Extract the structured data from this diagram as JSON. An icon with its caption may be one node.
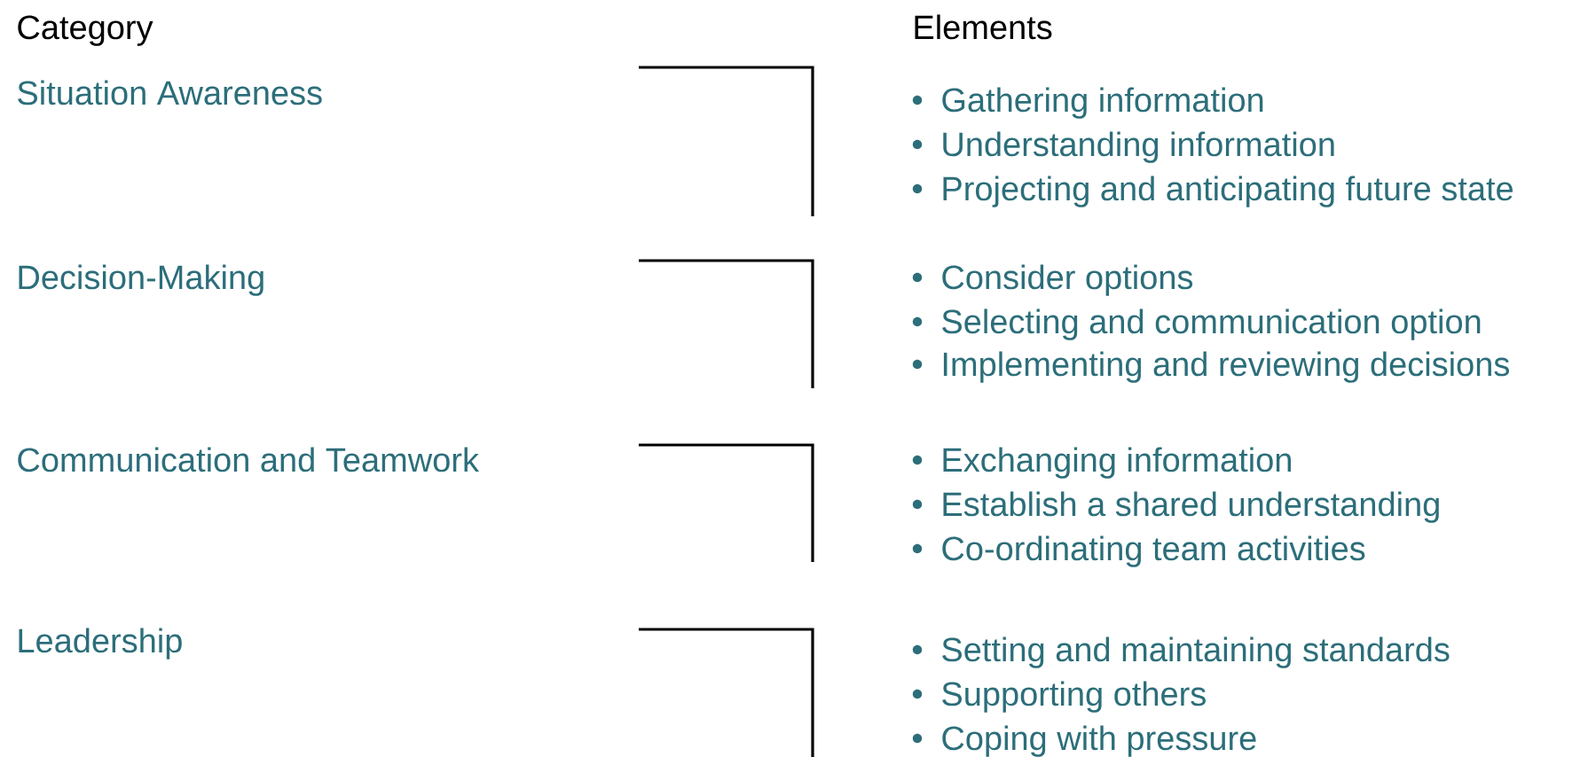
{
  "diagram": {
    "labels": [
      "Category",
      "Elements",
      "Situation Awareness",
      "Gathering information",
      "Understanding information",
      "Projecting and anticipating future state",
      "Decision-Making",
      "Consider options",
      "Selecting and communication option",
      "Implementing and reviewing decisions",
      "Communication and Teamwork",
      "Exchanging information",
      "Establish a shared understanding",
      "Co-ordinating team activities",
      "Leadership",
      "Setting and maintaining standards",
      "Supporting others",
      "Coping with pressure"
    ]
  }
}
